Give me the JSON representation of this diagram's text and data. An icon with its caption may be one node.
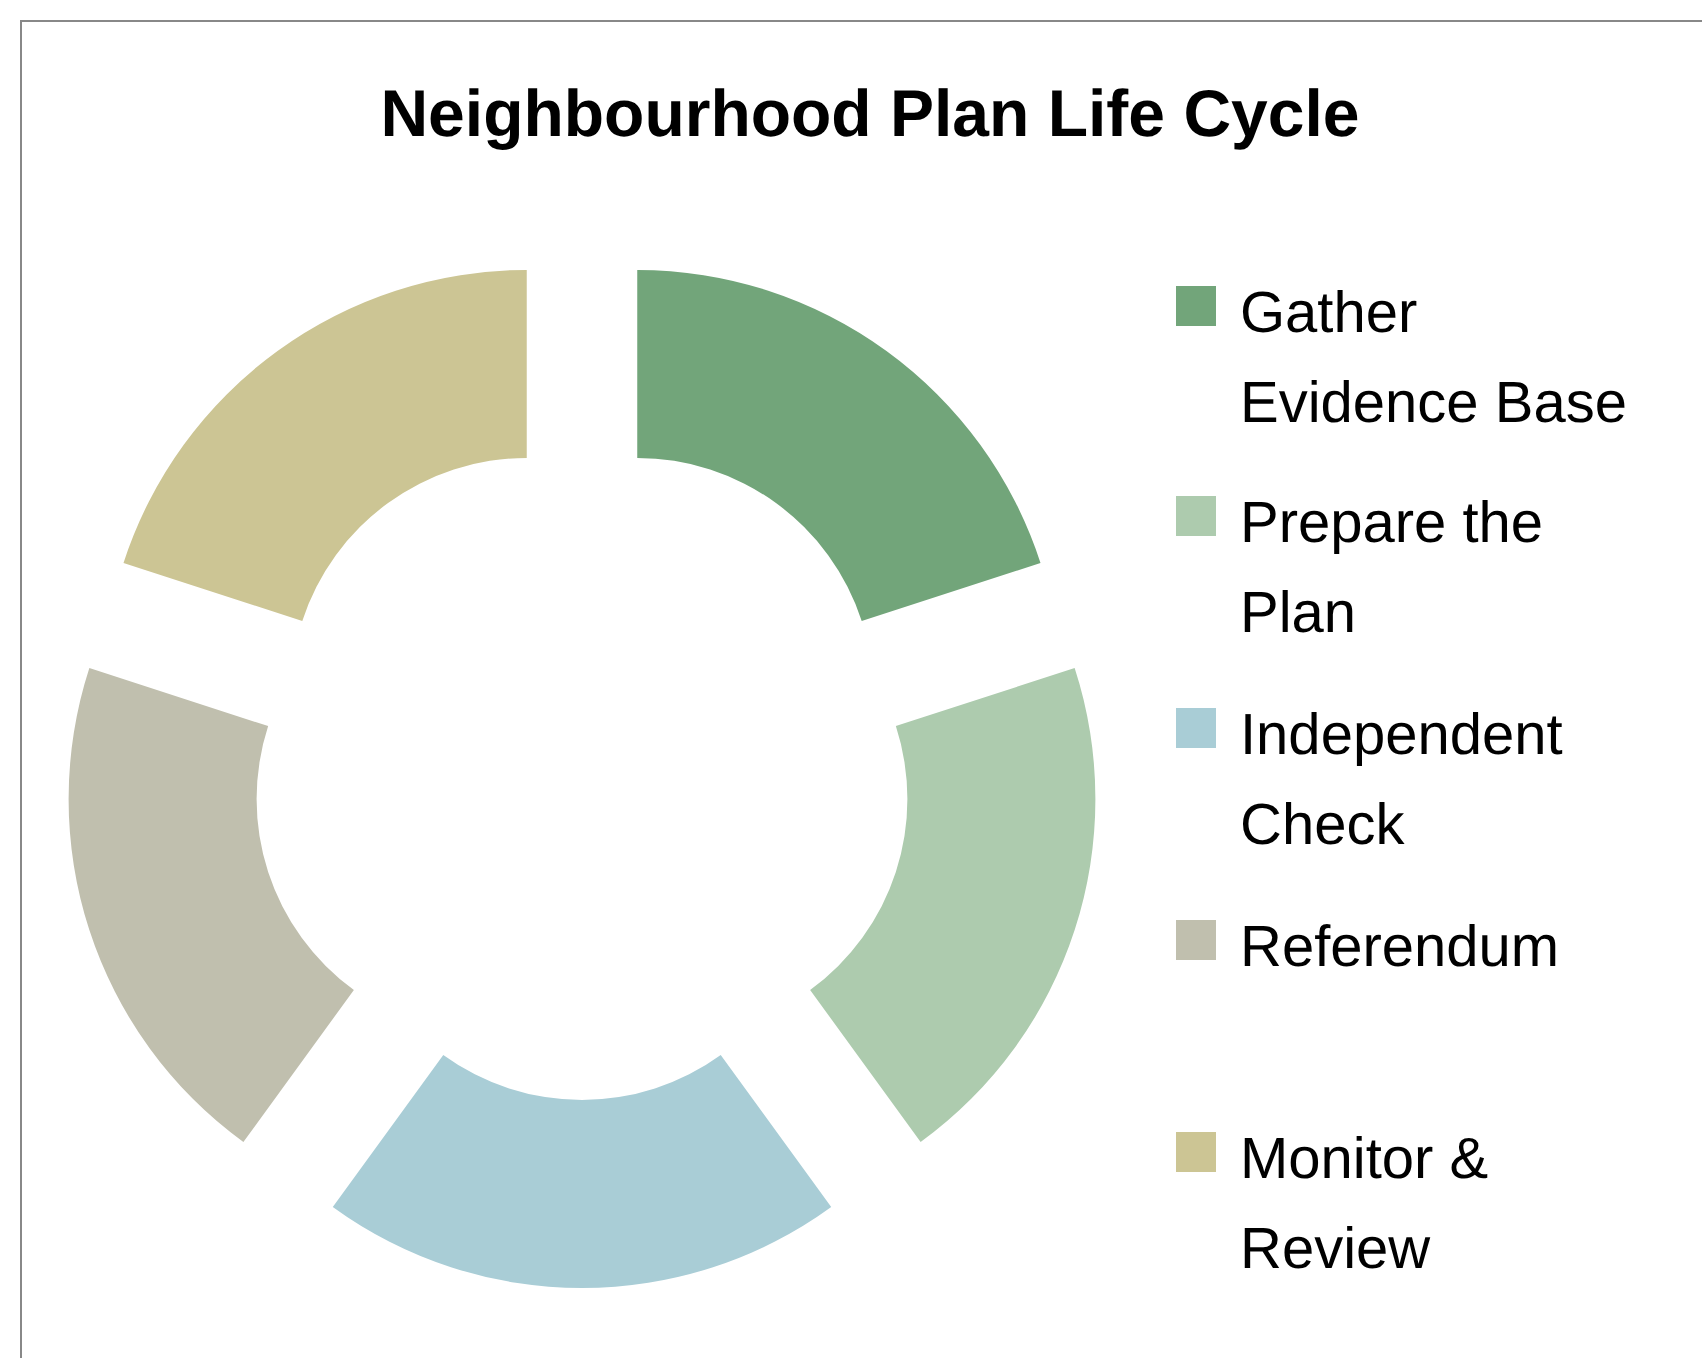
{
  "diagram": {
    "title": "Neighbourhood Plan Life Cycle",
    "legend": [
      {
        "text": "Gather Evidence Base",
        "color": "#72a57a"
      },
      {
        "text": "Prepare the Plan",
        "color": "#adcbae"
      },
      {
        "text": "Independent Check",
        "color": "#a9cdd6"
      },
      {
        "text": "Referendum",
        "color": "#c0bfae"
      },
      {
        "text": "Monitor & Review",
        "color": "#ccc594"
      }
    ]
  }
}
